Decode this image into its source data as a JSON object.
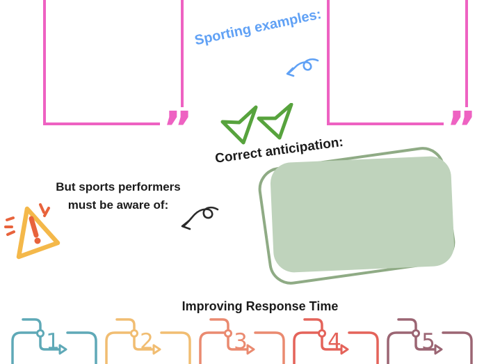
{
  "labels": {
    "sporting_examples": "Sporting examples:",
    "correct_anticipation": "Correct anticipation:",
    "aware_of": "But sports performers must be aware of:",
    "improving_title": "Improving Response Time"
  },
  "quotes": {
    "left_mark": "”",
    "right_mark": "”"
  },
  "colors": {
    "pink_border": "#ee62c2",
    "blue_text": "#60a1f5",
    "green_arrows": "#57a33d",
    "sage_fill": "#bfd3bc",
    "sage_outline": "#8fab85",
    "warning_yellow": "#f4b84a",
    "warning_orange": "#e8633c",
    "black_arrow": "#2a2a2a"
  },
  "icons": [
    "quote-icon",
    "quote-icon",
    "curl-arrow-icon",
    "curl-arrow-icon",
    "double-dart-arrow-icon",
    "warning-triangle-icon",
    "process-step-icon"
  ],
  "steps": [
    {
      "number": "1",
      "color": "#5fa9b7"
    },
    {
      "number": "2",
      "color": "#f1bd72"
    },
    {
      "number": "3",
      "color": "#ea8a70"
    },
    {
      "number": "4",
      "color": "#e4635a"
    },
    {
      "number": "5",
      "color": "#9b6573"
    }
  ]
}
